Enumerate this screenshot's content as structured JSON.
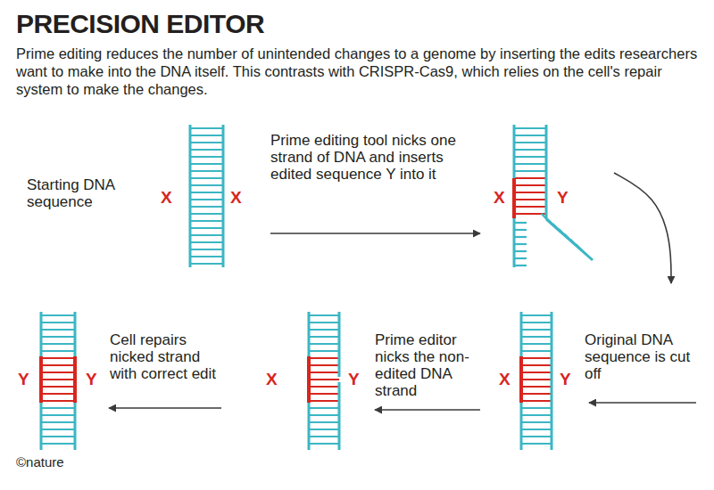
{
  "diagram": {
    "title": "PRECISION EDITOR",
    "caption": "Prime editing reduces the number of unintended changes to a genome by inserting the edits researchers want to make into the DNA itself. This contrasts with CRISPR-Cas9, which relies on the cell's repair system to make the changes.",
    "labels": [
      "Starting DNA sequence",
      "X",
      "X",
      "Prime editing tool nicks one strand of DNA and inserts edited sequence Y into it",
      "X",
      "Y",
      "Original DNA sequence is cut off",
      "X",
      "Y",
      "Prime editor nicks the non-edited DNA strand",
      "X",
      "Y",
      "Cell repairs nicked strand with correct edit",
      "Y",
      "Y",
      "©nature"
    ]
  }
}
